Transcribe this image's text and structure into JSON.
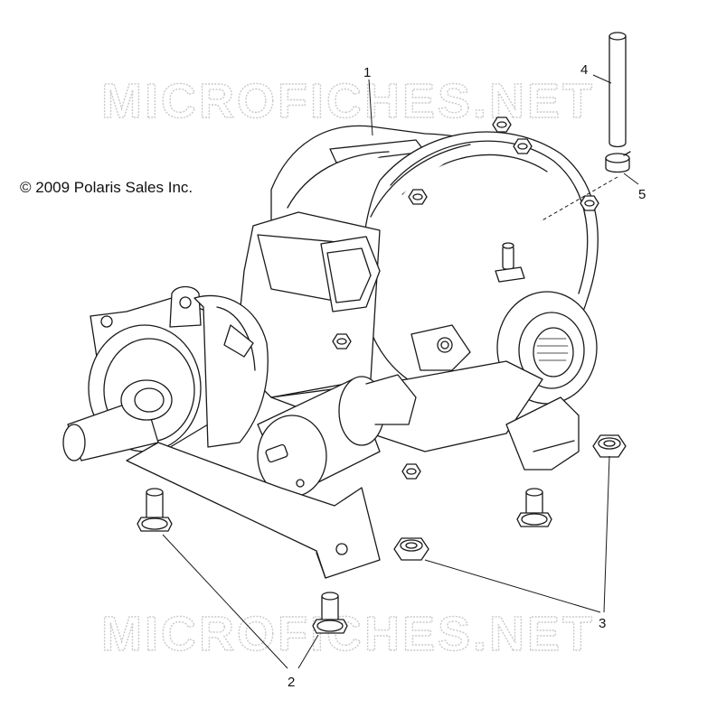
{
  "copyright": "© 2009 Polaris Sales Inc.",
  "watermark": {
    "text": "MICROFICHES.NET",
    "color": "#c9c9c9"
  },
  "callouts": [
    {
      "id": "1",
      "label": "1"
    },
    {
      "id": "2",
      "label": "2"
    },
    {
      "id": "3",
      "label": "3"
    },
    {
      "id": "4",
      "label": "4"
    },
    {
      "id": "5",
      "label": "5"
    }
  ],
  "colors": {
    "line": "#1a1a1a",
    "background": "#ffffff"
  }
}
